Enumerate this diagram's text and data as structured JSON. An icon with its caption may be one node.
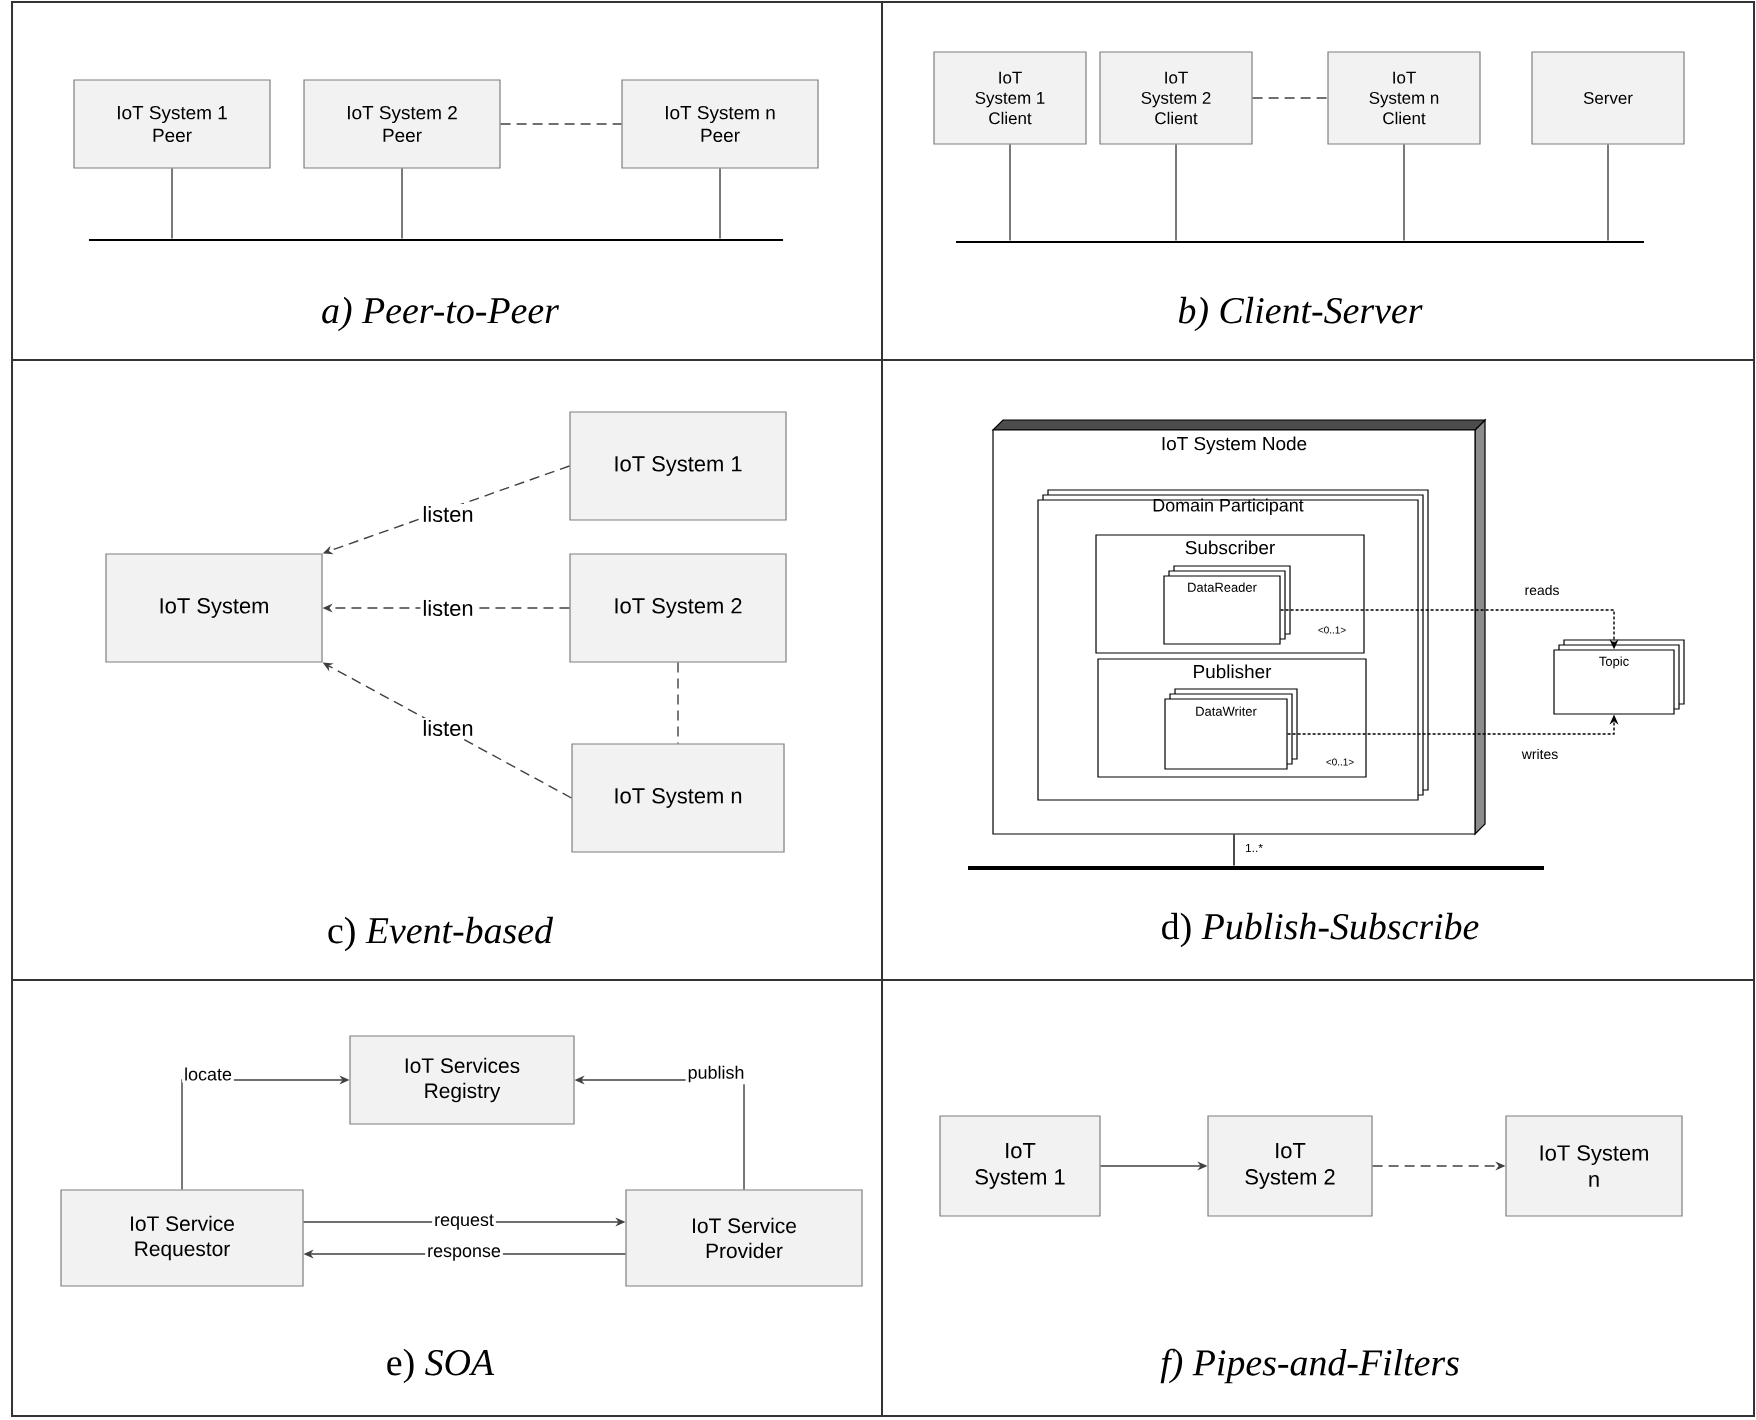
{
  "diagram": {
    "nodes": [
      {
        "text": [
          "IoT System 1 Peer"
        ]
      },
      {
        "text": [
          "IoT System 2 Peer"
        ]
      },
      {
        "text": [
          "IoT System n Peer"
        ]
      },
      {
        "text": [],
        "shape": "bar"
      },
      {
        "text": [
          "IoT System 1 Client"
        ]
      },
      {
        "text": [
          "IoT System 2 Client"
        ]
      },
      {
        "text": [
          "IoT System n Client"
        ]
      },
      {
        "text": [
          "Server"
        ]
      },
      {
        "text": [],
        "shape": "bar"
      },
      {
        "text": [
          "IoT System"
        ]
      },
      {
        "text": [
          "IoT System 1"
        ]
      },
      {
        "text": [
          "IoT System 2"
        ]
      },
      {
        "text": [
          "IoT System n"
        ]
      },
      {
        "text": [
          "IoT System Node"
        ]
      },
      {
        "text": [
          "Domain Participant"
        ],
        "in": 13
      },
      {
        "text": [
          "Subscriber"
        ],
        "in": 14
      },
      {
        "text": [
          "DataReader"
        ],
        "in": 15,
        "beside": [
          "<0..1>"
        ]
      },
      {
        "text": [
          "Publisher"
        ],
        "in": 14
      },
      {
        "text": [
          "DataWriter"
        ],
        "in": 17,
        "beside": [
          "<0..1>"
        ]
      },
      {
        "text": [
          "Topic"
        ]
      },
      {
        "text": [],
        "shape": "bar"
      },
      {
        "text": [
          "IoT Services Registry"
        ]
      },
      {
        "text": [
          "IoT Service Requestor"
        ]
      },
      {
        "text": [
          "IoT Service Provider"
        ]
      },
      {
        "text": [
          "IoT System 1"
        ]
      },
      {
        "text": [
          "IoT System 2"
        ]
      },
      {
        "text": [
          "IoT System n"
        ]
      }
    ],
    "edges": [
      {
        "from": 0,
        "to": 3,
        "arrow": "none"
      },
      {
        "from": 1,
        "to": 3,
        "arrow": "none"
      },
      {
        "from": 2,
        "to": 3,
        "arrow": "none"
      },
      {
        "from": 1,
        "to": 2,
        "arrow": "none",
        "style": "dashed"
      },
      {
        "from": 4,
        "to": 8,
        "arrow": "none"
      },
      {
        "from": 5,
        "to": 8,
        "arrow": "none"
      },
      {
        "from": 6,
        "to": 8,
        "arrow": "none"
      },
      {
        "from": 7,
        "to": 8,
        "arrow": "none"
      },
      {
        "from": 5,
        "to": 6,
        "arrow": "none",
        "style": "dashed"
      },
      {
        "from": 10,
        "to": 9,
        "arrow": "to",
        "style": "dashed",
        "label": "listen"
      },
      {
        "from": 11,
        "to": 9,
        "arrow": "to",
        "style": "dashed",
        "label": "listen"
      },
      {
        "from": 12,
        "to": 9,
        "arrow": "to",
        "style": "dashed",
        "label": "listen"
      },
      {
        "from": 11,
        "to": 12,
        "arrow": "none",
        "style": "dashed"
      },
      {
        "from": 16,
        "to": 19,
        "arrow": "to",
        "style": "dashed",
        "label": "reads"
      },
      {
        "from": 18,
        "to": 19,
        "arrow": "to",
        "style": "dashed",
        "label": "writes"
      },
      {
        "from": 13,
        "to": 20,
        "arrow": "none",
        "label": "1..*"
      },
      {
        "from": 22,
        "to": 21,
        "arrow": "to",
        "label": "locate"
      },
      {
        "from": 23,
        "to": 21,
        "arrow": "to",
        "label": "publish"
      },
      {
        "from": 22,
        "to": 23,
        "arrow": "to",
        "label": "request"
      },
      {
        "from": 23,
        "to": 22,
        "arrow": "to",
        "label": "response"
      },
      {
        "from": 24,
        "to": 25,
        "arrow": "to"
      },
      {
        "from": 25,
        "to": 26,
        "arrow": "to",
        "style": "dashed"
      }
    ],
    "labels": [
      "*a) Peer-to-Peer*",
      "*b) Client-Server*",
      "c) *Event-based*",
      "d) *Publish-Subscribe*",
      "e) *SOA*",
      "*f) Pipes-and-Filters*"
    ]
  }
}
